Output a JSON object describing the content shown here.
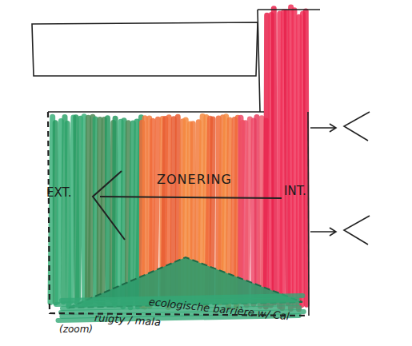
{
  "diagram": {
    "labels": [
      "EXT.",
      "ZONERING",
      "INT.",
      "ecologische barrière w/ Cal",
      "ruigty / mala",
      "(zoom)"
    ]
  }
}
